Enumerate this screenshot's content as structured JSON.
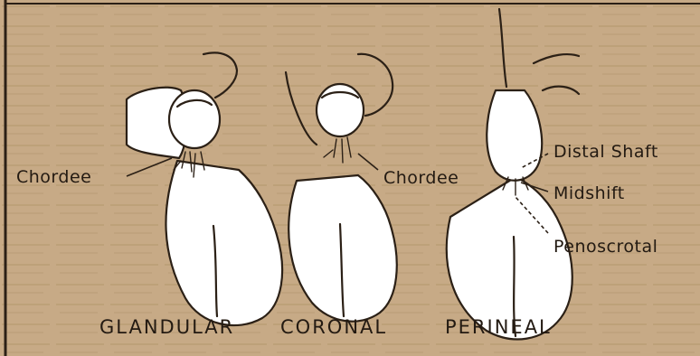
{
  "labels": {
    "glandular_chordee": "Chordee",
    "coronal_chordee": "Chordee",
    "distal_shaft": "Distal Shaft",
    "midshift": "Midshift",
    "penoscrotal": "Penoscrotal"
  },
  "captions": {
    "glandular": "GLANDULAR",
    "coronal": "CORONAL",
    "perineal": "PERINEAL"
  },
  "colors": {
    "paper": "#c7aa86",
    "ink": "#231a12",
    "skin_highlight": "#ffffff"
  }
}
